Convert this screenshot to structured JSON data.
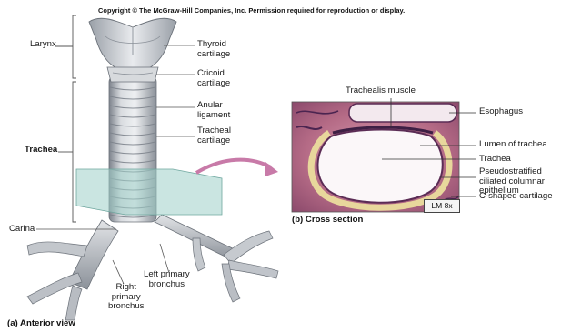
{
  "copyright": "Copyright © The McGraw-Hill Companies, Inc. Permission required for reproduction or display.",
  "labels": {
    "larynx": "Larynx",
    "trachea_left": "Trachea",
    "thyroid_cartilage": [
      "Thyroid",
      "cartilage"
    ],
    "cricoid_cartilage": [
      "Cricoid",
      "cartilage"
    ],
    "anular_ligament": [
      "Anular",
      "ligament"
    ],
    "tracheal_cartilage": [
      "Tracheal",
      "cartilage"
    ],
    "carina": "Carina",
    "left_primary_bronchus": [
      "Left primary",
      "bronchus"
    ],
    "right_primary_bronchus": [
      "Right",
      "primary",
      "bronchus"
    ],
    "trachealis_muscle": "Trachealis muscle",
    "esophagus": "Esophagus",
    "lumen_of_trachea": "Lumen of trachea",
    "trachea_right": "Trachea",
    "epithelium": [
      "Pseudostratified",
      "ciliated columnar",
      "epithelium"
    ],
    "c_shaped_cartilage": "C-shaped cartilage",
    "lm": "LM 8x"
  },
  "captions": {
    "anterior": "(a) Anterior view",
    "cross_section": "(b) Cross section"
  },
  "colors": {
    "cartilage": "#c9ccd1",
    "cartilage_dark": "#8e939b",
    "plane": "#9fd0c9",
    "arrow": "#c87aa8",
    "tissue": "#b56b86",
    "tissue_dark": "#5b2c55",
    "cartilage_section": "#e8d79c"
  }
}
